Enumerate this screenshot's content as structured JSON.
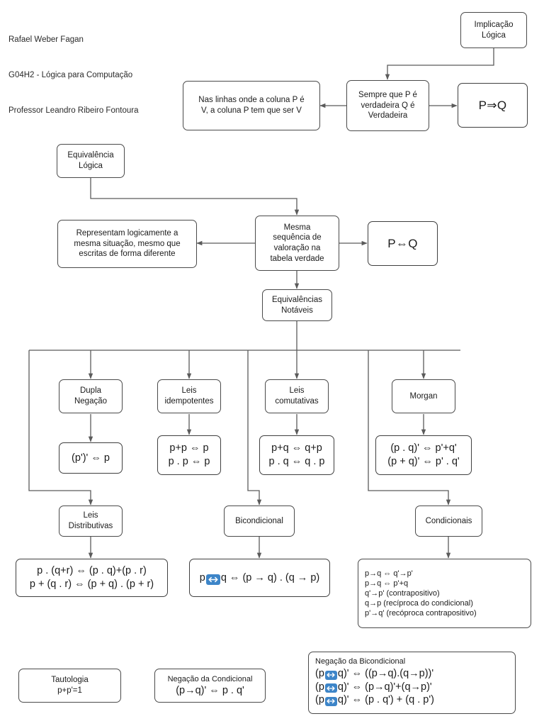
{
  "credit": {
    "line1": "Rafael Weber Fagan",
    "line2": "G04H2 - Lógica para Computação",
    "line3": "Professor Leandro Ribeiro Fontoura"
  },
  "colors": {
    "stroke": "#4a4a4a",
    "connector": "#5b5b5b",
    "badge_blue": "#3d85c8",
    "background": "#ffffff",
    "text": "#1b1b1b"
  },
  "implicacao": {
    "root_l1": "Implicação",
    "root_l2": "Lógica",
    "middle_l1": "Sempre que P é",
    "middle_l2": "verdadeira Q é",
    "middle_l3": "Verdadeira",
    "left_l1": "Nas linhas onde a coluna P é",
    "left_l2": "V, a coluna P tem que ser V",
    "right": "P⇒Q"
  },
  "equivalencia": {
    "root_l1": "Equivalência",
    "root_l2": "Lógica",
    "center_l1": "Mesma",
    "center_l2": "sequência de",
    "center_l3": "valoração na",
    "center_l4": "tabela verdade",
    "left_l1": "Representam logicamente a",
    "left_l2": "mesma situação, mesmo que",
    "left_l3": "escritas de forma diferente",
    "right": "P⇔Q",
    "notaveis_l1": "Equivalências",
    "notaveis_l2": "Notáveis"
  },
  "branches": [
    {
      "title_l1": "Dupla",
      "title_l2": "Negação",
      "formulas": [
        "(p')' ⇔ p"
      ]
    },
    {
      "title_l1": "Leis",
      "title_l2": "idempotentes",
      "formulas": [
        "p+p ⇔ p",
        "p . p ⇔ p"
      ]
    },
    {
      "title_l1": "Leis",
      "title_l2": "comutativas",
      "formulas": [
        "p+q ⇔ q+p",
        "p . q ⇔ q . p"
      ]
    },
    {
      "title_l1": "Morgan",
      "title_l2": "",
      "formulas": [
        "(p . q)' ⇔ p'+q'",
        "(p + q)' ⇔ p' . q'"
      ]
    }
  ],
  "distributivas": {
    "title_l1": "Leis",
    "title_l2": "Distributivas",
    "formulas": [
      "p . (q+r) ⇔ (p . q)+(p . r)",
      "p + (q . r) ⇔ (p + q) . (p + r)"
    ]
  },
  "bicondicional": {
    "title": "Bicondicional",
    "formula_pre": "p",
    "formula_post": "q ⇔ (p → q) . (q → p)"
  },
  "condicionais": {
    "title": "Condicionais",
    "formulas": [
      "p→q ⇔ q'→p'",
      "p→q ⇔ p'+q",
      "q'→p' (contrapositivo)",
      "q→p (recíproca do condicional)",
      "p'→q' (recóproca contrapositivo)"
    ]
  },
  "tautologia": {
    "title": "Tautologia",
    "formula": "p+p'=1"
  },
  "negacao_condicional": {
    "title": "Negação da Condicional",
    "formula": "(p→q)' ⇔ p . q'"
  },
  "negacao_bicondicional": {
    "title": "Negação da Bicondicional",
    "rows": [
      {
        "pre": "(p",
        "post": "q)' ⇔ ((p→q).(q→p))'"
      },
      {
        "pre": "(p",
        "post": "q)' ⇔ (p→q)'+(q→p)'"
      },
      {
        "pre": "(p",
        "post": "q)' ⇔ (p . q') + (q . p')"
      }
    ]
  },
  "icons": {
    "biconditional_badge": "biconditional-arrow-icon"
  }
}
